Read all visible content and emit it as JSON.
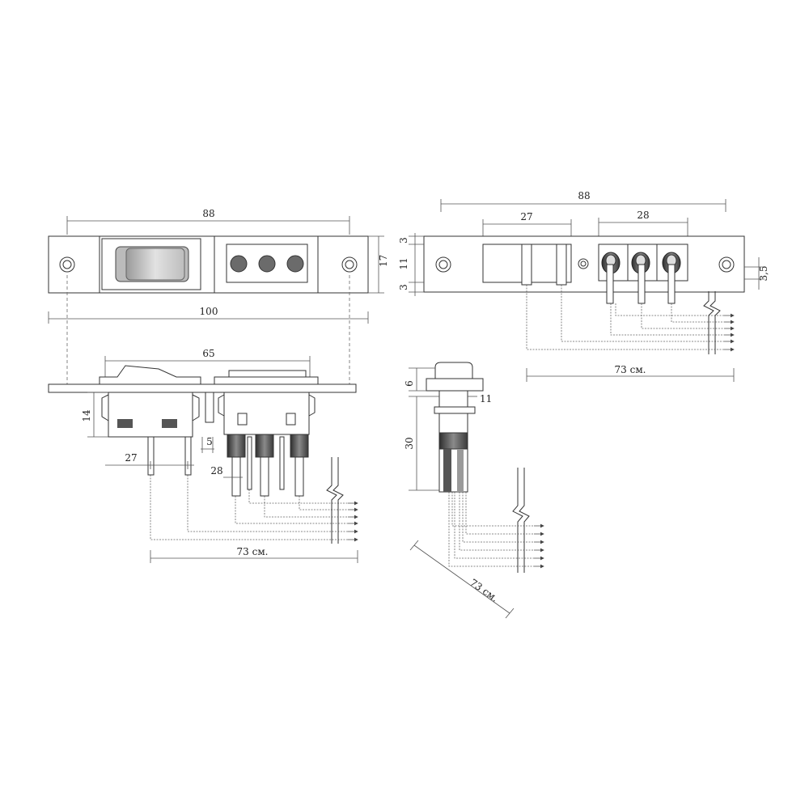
{
  "front_view": {
    "width_label": "88",
    "overall_label": "100",
    "height_label": "17"
  },
  "side_view": {
    "span_label": "65",
    "depth_label": "14",
    "pin_gap_label": "5",
    "pin_spacing_label": "27",
    "pin_spacing2_label": "28",
    "cable_label": "73 см."
  },
  "end_view": {
    "top_label": "6",
    "width_label": "11",
    "depth_label": "30",
    "cable_label": "73 см."
  },
  "back_view": {
    "width_label": "88",
    "rocker_spacing_label": "27",
    "toggle_spacing_label": "28",
    "edge_top_label": "3",
    "middle_label": "11",
    "edge_bottom_label": "3",
    "offset_label": "3,5",
    "cable_label": "73 см."
  },
  "colors": {
    "line": "#333333",
    "wire": "#666666",
    "rocker_fill": "#cfcfcf",
    "terminal_fill": "#555555"
  }
}
